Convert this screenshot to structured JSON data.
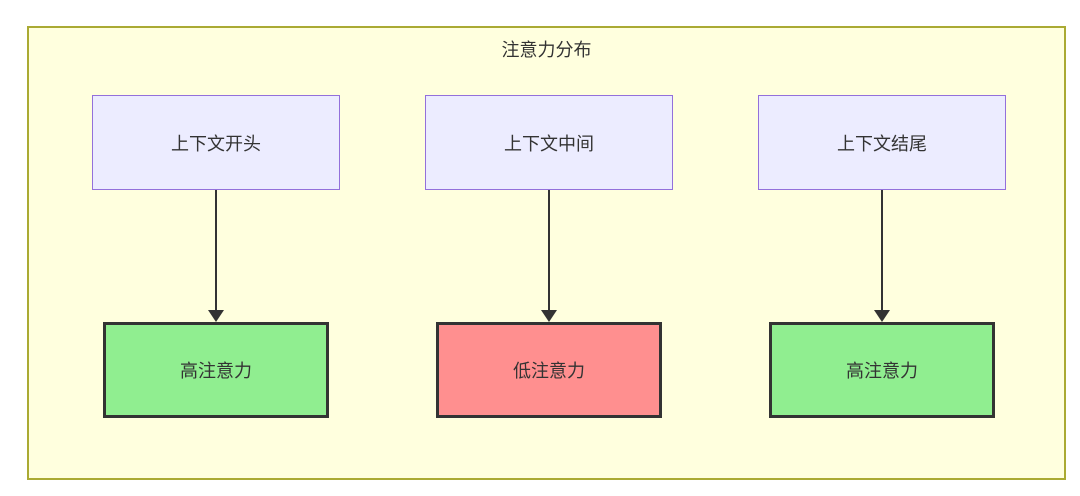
{
  "diagram": {
    "title": "注意力分布",
    "columns": [
      {
        "source": {
          "label": "上下文开头"
        },
        "target": {
          "label": "高注意力",
          "level": "high"
        }
      },
      {
        "source": {
          "label": "上下文中间"
        },
        "target": {
          "label": "低注意力",
          "level": "low"
        }
      },
      {
        "source": {
          "label": "上下文结尾"
        },
        "target": {
          "label": "高注意力",
          "level": "high"
        }
      }
    ]
  },
  "colors": {
    "canvas-bg": "#ffffff",
    "container-bg": "#ffffde",
    "container-border": "#aaaa33",
    "source-node-bg": "#ececff",
    "source-node-border": "#9370db",
    "high-attention-bg": "#90ee90",
    "low-attention-bg": "#ff8f8f",
    "attention-node-border": "#333333",
    "arrow": "#333333",
    "text": "#333333"
  }
}
